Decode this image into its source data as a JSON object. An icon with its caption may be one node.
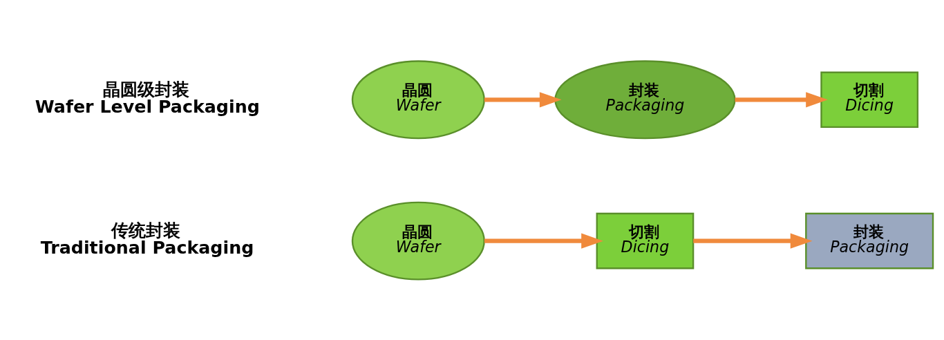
{
  "diagram": {
    "nodes": [
      {
        "text": [
          "晶圆",
          "Wafer"
        ]
      },
      {
        "text": [
          "切割",
          "Dicing"
        ]
      },
      {
        "text": [
          "封装",
          "Packaging"
        ]
      },
      {
        "text": [
          "晶圆",
          "Wafer"
        ]
      },
      {
        "text": [
          "封装",
          "Packaging"
        ]
      },
      {
        "text": [
          "切割",
          "Dicing"
        ]
      }
    ],
    "edges": [
      {
        "from": 0,
        "to": 1,
        "arrow": "to"
      },
      {
        "from": 1,
        "to": 2,
        "arrow": "to"
      },
      {
        "from": 3,
        "to": 4,
        "arrow": "to"
      },
      {
        "from": 4,
        "to": 5,
        "arrow": "to"
      }
    ],
    "labels": [
      "传统封装",
      "Traditional Packaging",
      "晶圆级封装",
      "Wafer Level Packaging"
    ]
  }
}
